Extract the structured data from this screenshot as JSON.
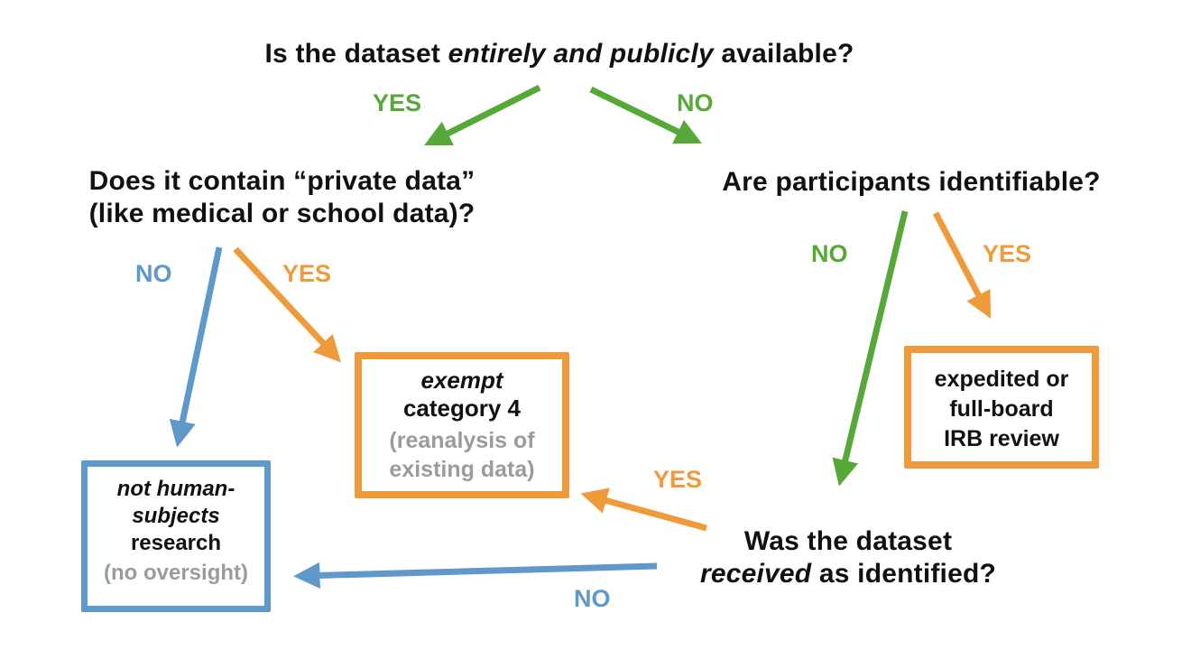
{
  "questions": {
    "public": {
      "pre": "Is the dataset ",
      "emphasis": "entirely and publicly",
      "post": " available?"
    },
    "private": {
      "line1": "Does it contain “private data”",
      "line2": "(like medical or school data)?"
    },
    "identifiable": {
      "text": "Are participants identifiable?"
    },
    "received": {
      "line1": "Was the dataset",
      "emphasis": "received",
      "post": " as identified?"
    }
  },
  "outcomes": {
    "exempt": {
      "emphasis": "exempt",
      "line2": "category 4",
      "note": "(reanalysis of existing data)"
    },
    "not_human_subjects": {
      "emphasis": "not human-subjects",
      "line2": "research",
      "note": "(no oversight)"
    },
    "irb_review": {
      "lines": [
        "expedited or",
        "full-board",
        "IRB review"
      ]
    }
  },
  "edge_labels": {
    "public_yes": "YES",
    "public_no": "NO",
    "private_no": "NO",
    "private_yes": "YES",
    "identifiable_no": "NO",
    "identifiable_yes": "YES",
    "received_yes": "YES",
    "received_no": "NO"
  },
  "colors": {
    "green": "#56A839",
    "orange": "#EF9B3B",
    "blue": "#5F99CC",
    "note_gray": "#9B9B9B",
    "text": "#111111"
  }
}
